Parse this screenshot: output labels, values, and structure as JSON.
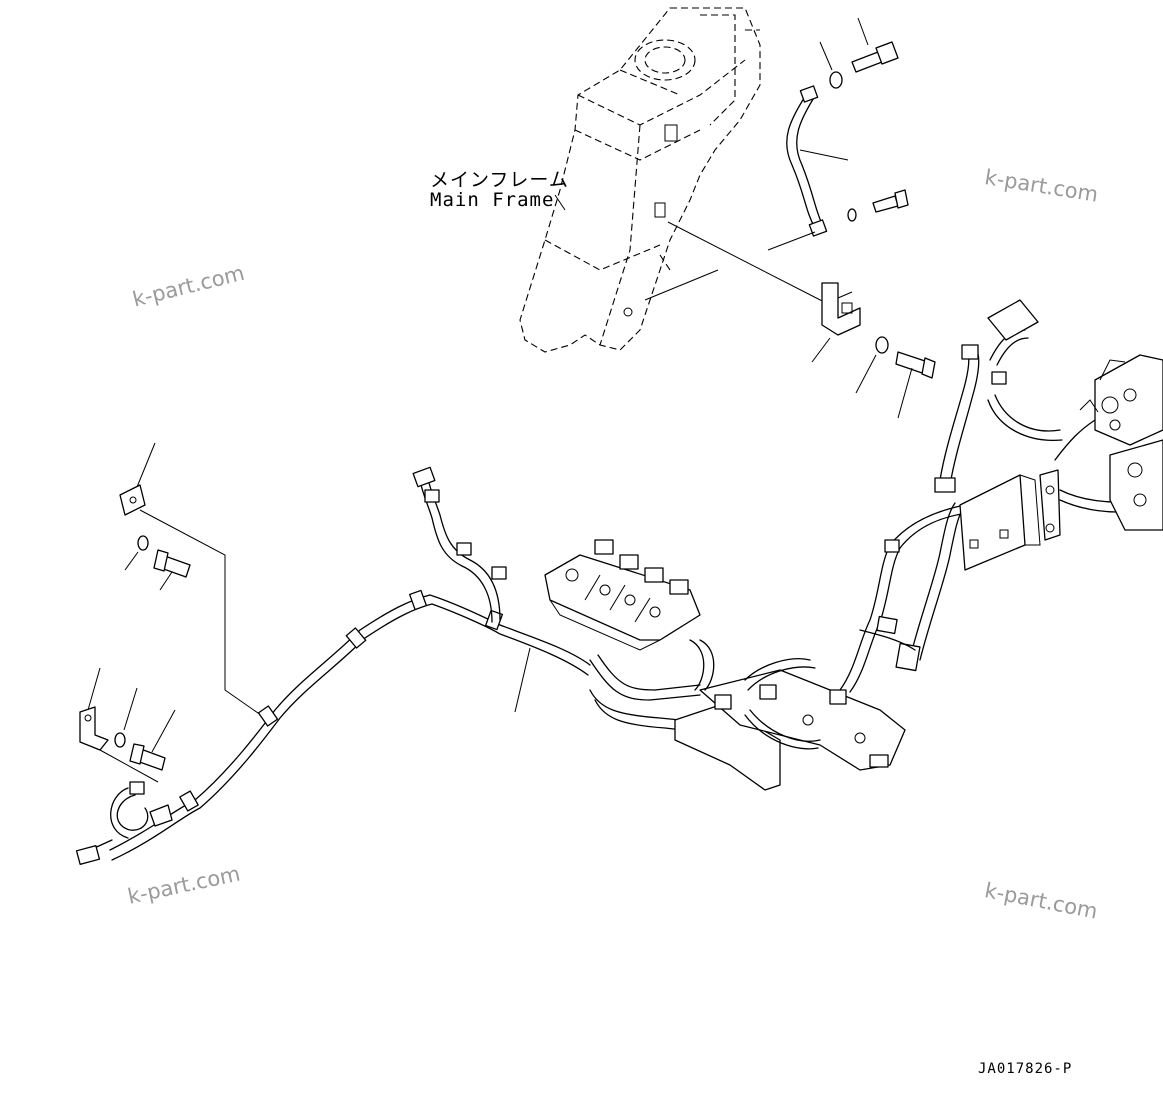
{
  "main_frame": {
    "label_jp": "メインフレーム",
    "label_en": "Main Frame"
  },
  "watermarks": [
    "k-part.com",
    "k-part.com",
    "k-part.com",
    "k-part.com"
  ],
  "document_number": "JA017826-P"
}
